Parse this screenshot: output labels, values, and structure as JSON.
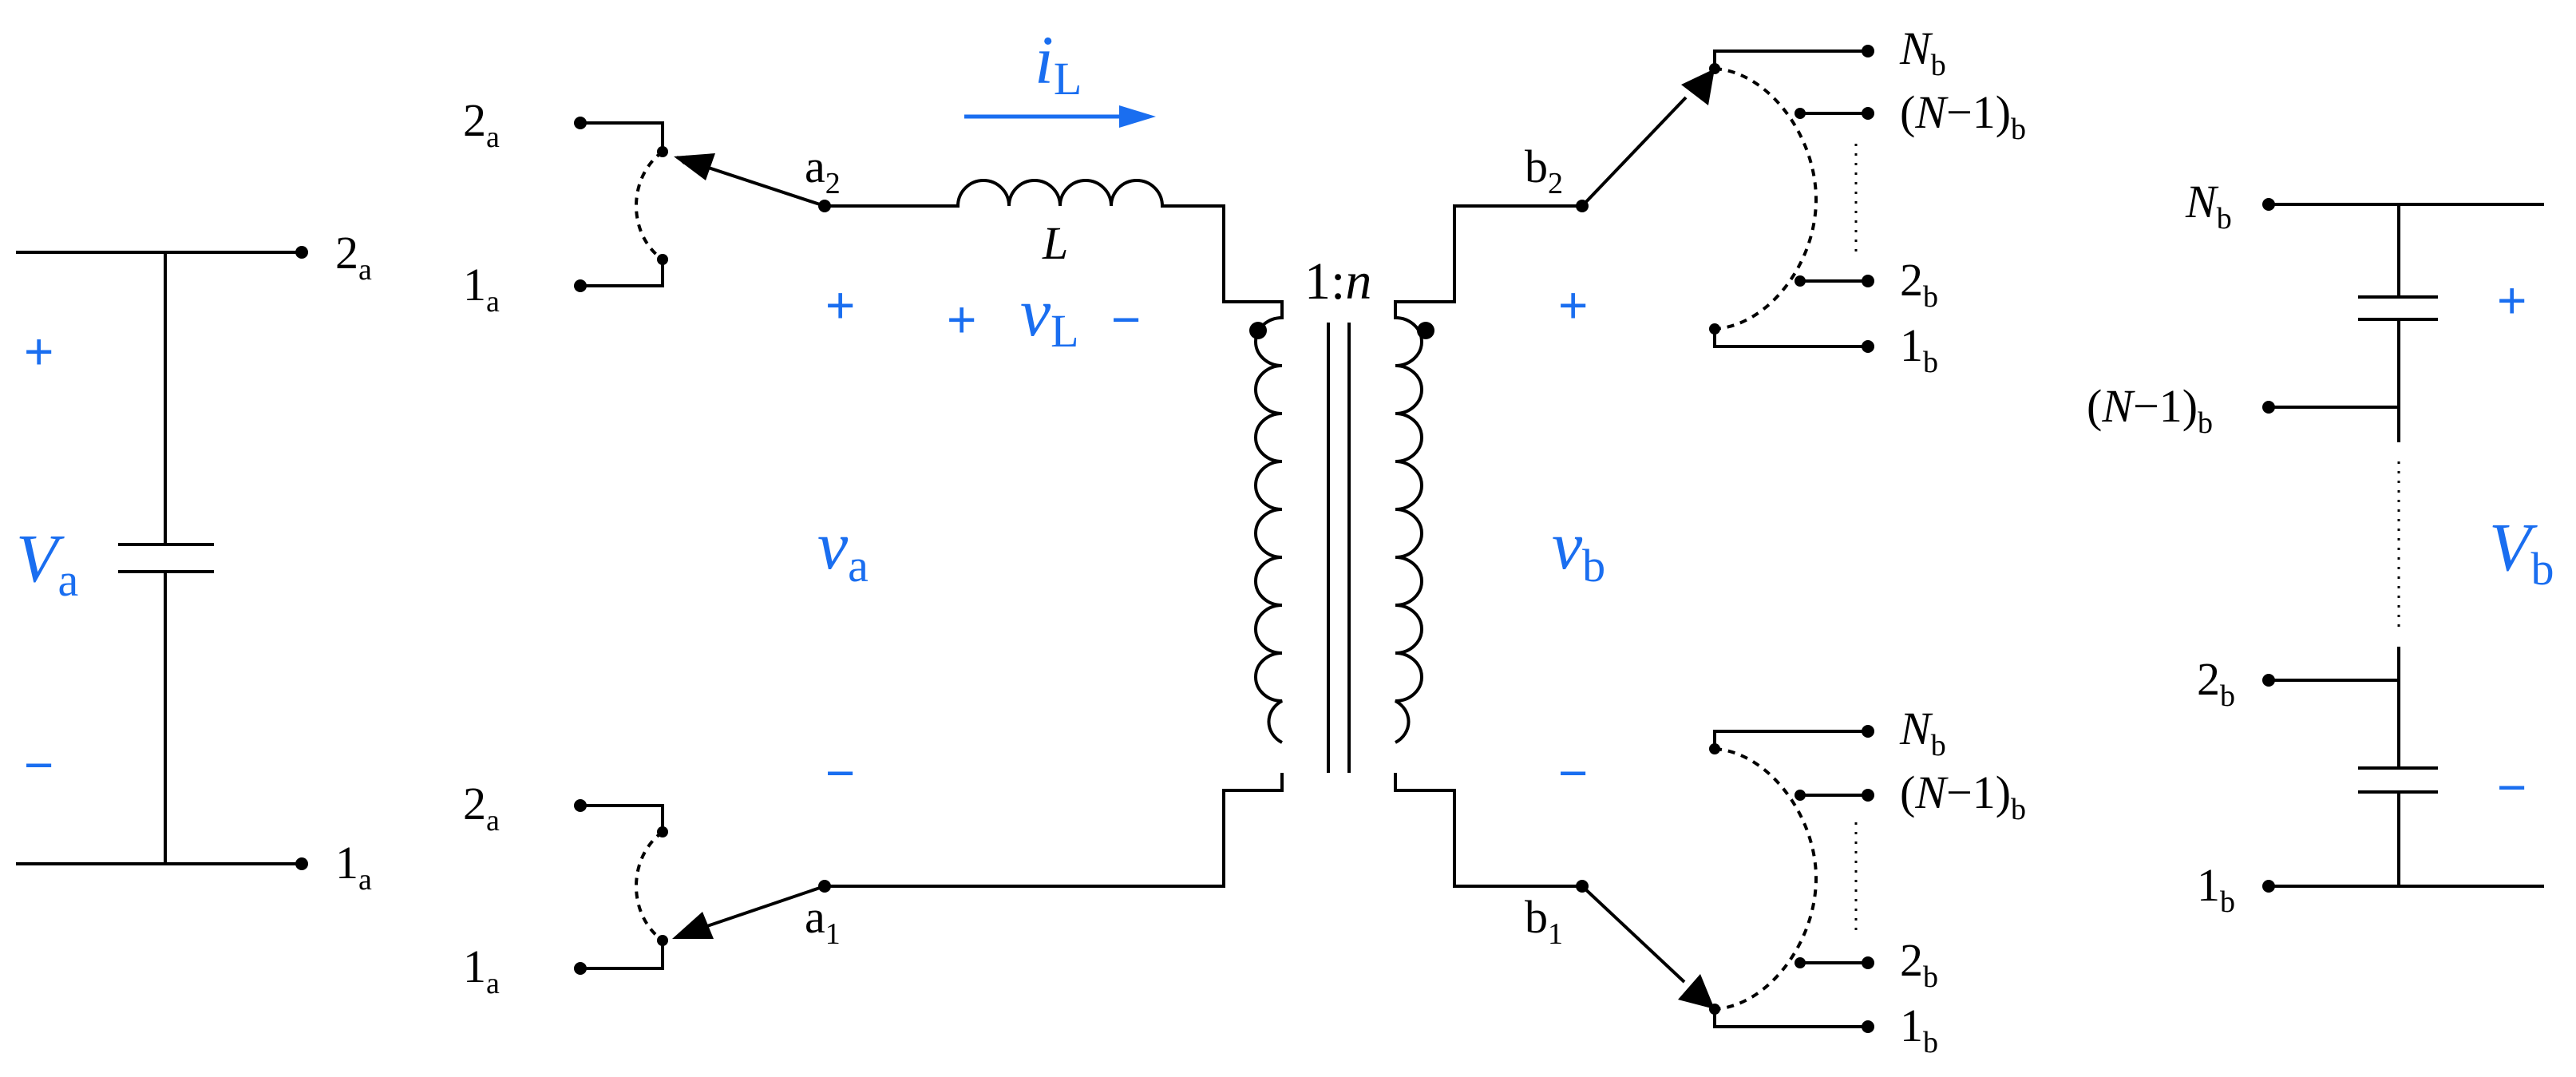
{
  "accent_color": "#1a6ef0",
  "labels": {
    "main": {
      "a2": "a",
      "a2_sub": "2",
      "a1": "a",
      "a1_sub": "1",
      "b2": "b",
      "b2_sub": "2",
      "b1": "b",
      "b1_sub": "1"
    },
    "ratio": {
      "one": "1",
      "colon": ":",
      "n": "n"
    },
    "inductor": {
      "L": "L",
      "iL_i": "i",
      "iL_sub": "L",
      "vL_plus": "+",
      "vL_v": "v",
      "vL_sub": "L",
      "vL_minus": "−"
    },
    "va": {
      "v": "v",
      "sub": "a",
      "plus": "+",
      "minus": "−"
    },
    "vb": {
      "v": "v",
      "sub": "b",
      "plus": "+",
      "minus": "−"
    },
    "Va": {
      "V": "V",
      "sub": "a",
      "plus": "+",
      "minus": "−",
      "t2": "2",
      "t2_sub": "a",
      "t1": "1",
      "t1_sub": "a"
    },
    "Vb": {
      "V": "V",
      "sub": "b",
      "plus": "+",
      "minus": "−",
      "tN": "N",
      "tN_sub": "b",
      "tN1_open": "(",
      "tN1_N": "N",
      "tN1_rest": "−1)",
      "tN1_sub": "b",
      "t2": "2",
      "t2_sub": "b",
      "t1": "1",
      "t1_sub": "b"
    },
    "switch_a_top": {
      "t2": "2",
      "t2_sub": "a",
      "t1": "1",
      "t1_sub": "a"
    },
    "switch_a_bot": {
      "t2": "2",
      "t2_sub": "a",
      "t1": "1",
      "t1_sub": "a"
    },
    "switch_b_top": {
      "tN": "N",
      "tN_sub": "b",
      "tN1_open": "(",
      "tN1_N": "N",
      "tN1_rest": "−1)",
      "tN1_sub": "b",
      "t2": "2",
      "t2_sub": "b",
      "t1": "1",
      "t1_sub": "b"
    },
    "switch_b_bot": {
      "tN": "N",
      "tN_sub": "b",
      "tN1_open": "(",
      "tN1_N": "N",
      "tN1_rest": "−1)",
      "tN1_sub": "b",
      "t2": "2",
      "t2_sub": "b",
      "t1": "1",
      "t1_sub": "b"
    }
  }
}
